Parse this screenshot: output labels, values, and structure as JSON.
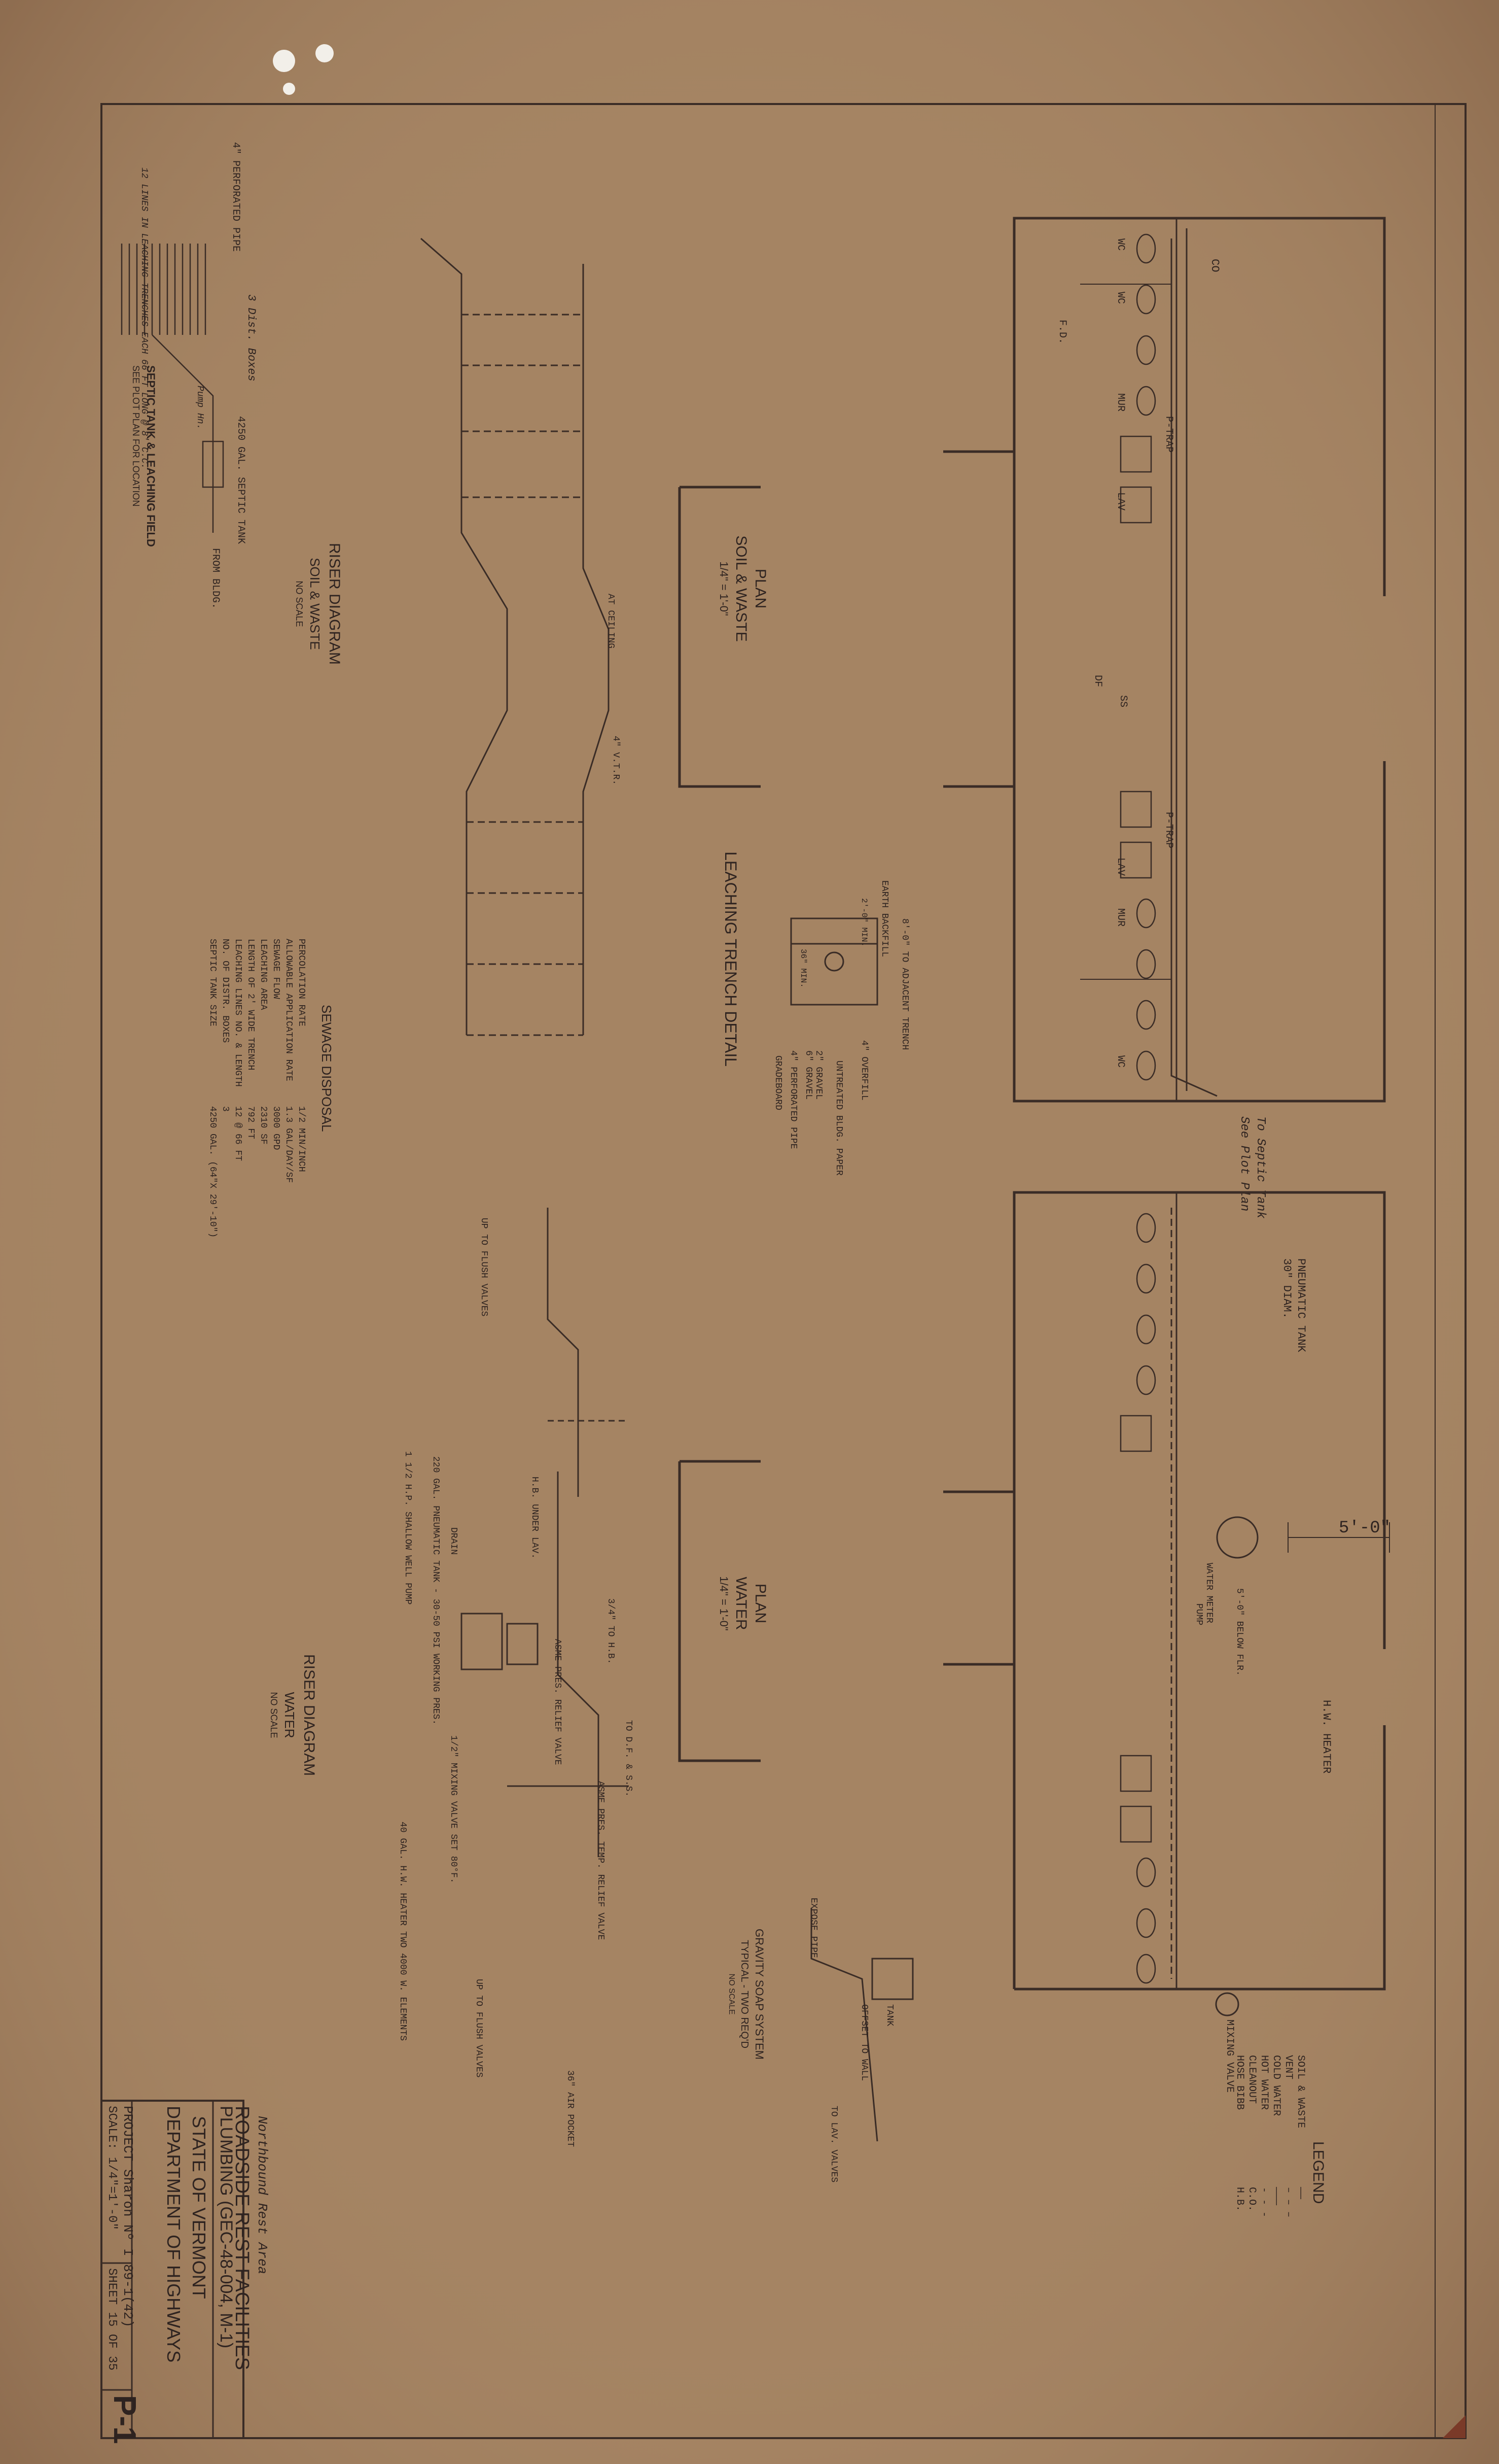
{
  "colors": {
    "paper": "#a58463",
    "paper_edge": "#8f6b4f",
    "ink": "#2e2320",
    "highlight": "#c2c4c6",
    "hole": "#f2efe9"
  },
  "legend": {
    "title": "LEGEND",
    "items": [
      {
        "label": "SOIL & WASTE",
        "symbol": "——"
      },
      {
        "label": "VENT",
        "symbol": "– – –"
      },
      {
        "label": "COLD WATER",
        "symbol": "———"
      },
      {
        "label": "HOT WATER",
        "symbol": "- - -"
      },
      {
        "label": "CLEANOUT",
        "symbol": "C.O."
      },
      {
        "label": "HOSE BIBB",
        "symbol": "H.B."
      }
    ]
  },
  "title_block": {
    "location": "Northbound Rest Area",
    "title": "ROADSIDE REST FACILITIES",
    "subtitle": "PLUMBING (GEC-48-004, M-1)",
    "agency_line1": "STATE OF VERMONT",
    "agency_line2": "DEPARTMENT OF HIGHWAYS",
    "project": "PROJECT Sharon Nº I 89-1(42)",
    "scale": "SCALE: 1/4\"=1'-0\"",
    "sheet": "SHEET 15 OF 35",
    "sheet_id": "P-1"
  },
  "drawings": {
    "plan_soil": {
      "title": "PLAN",
      "line2": "SOIL & WASTE",
      "scale": "1/4\" = 1'-0\""
    },
    "plan_water": {
      "title": "PLAN",
      "line2": "WATER",
      "scale": "1/4\" = 1'-0\""
    },
    "riser_soil": {
      "title": "RISER DIAGRAM",
      "line2": "SOIL & WASTE",
      "scale": "NO SCALE"
    },
    "riser_water": {
      "title": "RISER DIAGRAM",
      "line2": "WATER",
      "scale": "NO SCALE"
    },
    "leaching": {
      "title": "LEACHING TRENCH DETAIL"
    },
    "soap": {
      "title": "GRAVITY SOAP SYSTEM",
      "line2": "TYPICAL - TWO REQ'D",
      "scale": "NO SCALE"
    },
    "septic": {
      "title": "SEPTIC TANK & LEACHING FIELD",
      "note": "SEE PLOT PLAN FOR LOCATION"
    }
  },
  "sewage_disposal": {
    "title": "SEWAGE DISPOSAL",
    "rows": [
      {
        "label": "PERCOLATION RATE",
        "value": "1/2 MIN/INCH"
      },
      {
        "label": "ALLOWABLE APPLICATION RATE",
        "value": "1.3 GAL/DAY/SF"
      },
      {
        "label": "SEWAGE FLOW",
        "value": "3000 GPD"
      },
      {
        "label": "LEACHING AREA",
        "value": "2310 SF"
      },
      {
        "label": "LENGTH OF 2' WIDE TRENCH",
        "value": "792 FT"
      },
      {
        "label": "LEACHING LINES NO. & LENGTH",
        "value": "12 @ 66 FT"
      },
      {
        "label": "NO. OF DISTR. BOXES",
        "value": "3"
      },
      {
        "label": "SEPTIC TANK SIZE",
        "value": "4250 GAL. (64\"X 29'-10\")"
      }
    ]
  },
  "notes": {
    "to_septic": "To Septic Tank",
    "see_plot": "See Plot Plan",
    "pneumatic": "PNEUMATIC TANK",
    "pneumatic_dia": "30\" DIAM.",
    "hw_heater": "H.W. HEATER",
    "mixing_valve": "MIXING VALVE",
    "dim_5ft": "5'-0\"",
    "below_flr": "5'-0\" BELOW FLR.",
    "water_meter": "WATER METER",
    "pump": "PUMP",
    "perforated": "4\" PERFORATED PIPE",
    "dist_boxes": "3 Dist. Boxes",
    "septic_tank": "4250 GAL. SEPTIC TANK",
    "from_bldg": "FROM BLDG.",
    "lines_note": "12 LINES IN LEACHING TRENCHES EACH 66 FT LONG @ 8' C.C.",
    "pump_hn": "Pump Hn.",
    "at_ceiling": "AT CEILING",
    "vtr": "4\" V.T.R.",
    "to_adjacent": "8'-0\" TO ADJACENT TRENCH",
    "earth": "EARTH BACKFILL",
    "overfill": "4\" OVERFILL",
    "untreated": "UNTREATED BLDG. PAPER",
    "gravel2": "2\" GRAVEL",
    "gravel6": "6\" GRAVEL",
    "perf4": "4\" PERFORATED PIPE",
    "gradeboard": "GRADEBOARD",
    "min36": "36\" MIN.",
    "dim24": "2'-0\" MIN.",
    "up_flush": "UP TO FLUSH VALVES",
    "air_pocket": "36\" AIR POCKET",
    "to_hb": "3/4\" TO H.B.",
    "asme_relief": "ASME PRES. RELIEF VALVE",
    "asme_temp": "ASME PRES. TEMP. RELIEF VALVE",
    "to_db": "TO D.F. & S.S.",
    "hb_under": "H.B. UNDER LAV.",
    "drain": "DRAIN",
    "pneumatic_desc": "220 GAL. PNEUMATIC TANK - 30-50 PSI WORKING PRES.",
    "pump_desc": "1 1/2 H.P. SHALLOW WELL PUMP",
    "mixing_desc": "1/2\" MIXING VALVE SET 80°F.",
    "heater_desc": "40 GAL. H.W. HEATER TWO 4000 W. ELEMENTS",
    "expose": "EXPOSE PIPE",
    "offset": "OFFSET TO WALL",
    "tank": "TANK",
    "to_lav": "TO LAV. VALVES"
  },
  "fixtures": {
    "wc": "WC",
    "mur": "MUR",
    "lav": "LAV",
    "co": "CO",
    "ss": "SS",
    "df": "DF",
    "fd": "F.D.",
    "ptrap": "P-TRAP"
  }
}
